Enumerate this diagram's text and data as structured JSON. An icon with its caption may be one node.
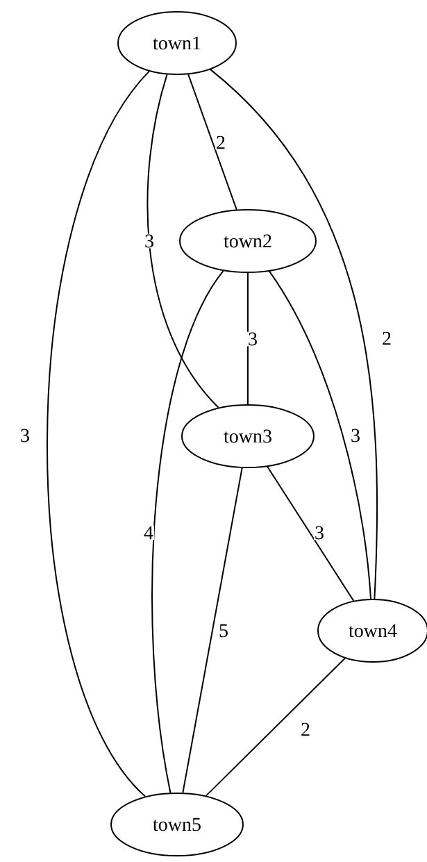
{
  "diagram": {
    "nodes": [
      {
        "text": [
          "town1"
        ]
      },
      {
        "text": [
          "town2"
        ]
      },
      {
        "text": [
          "town3"
        ]
      },
      {
        "text": [
          "town4"
        ]
      },
      {
        "text": [
          "town5"
        ]
      }
    ],
    "edges": [
      {
        "from": 0,
        "to": 1,
        "arrow": "none",
        "label": "2"
      },
      {
        "from": 0,
        "to": 2,
        "arrow": "none",
        "label": "3"
      },
      {
        "from": 0,
        "to": 3,
        "arrow": "none",
        "label": "2"
      },
      {
        "from": 0,
        "to": 4,
        "arrow": "none",
        "label": "3"
      },
      {
        "from": 1,
        "to": 2,
        "arrow": "none",
        "label": "3"
      },
      {
        "from": 1,
        "to": 3,
        "arrow": "none",
        "label": "3"
      },
      {
        "from": 1,
        "to": 4,
        "arrow": "none",
        "label": "4"
      },
      {
        "from": 2,
        "to": 3,
        "arrow": "none",
        "label": "3"
      },
      {
        "from": 2,
        "to": 4,
        "arrow": "none",
        "label": "5"
      },
      {
        "from": 3,
        "to": 4,
        "arrow": "none",
        "label": "2"
      }
    ]
  }
}
